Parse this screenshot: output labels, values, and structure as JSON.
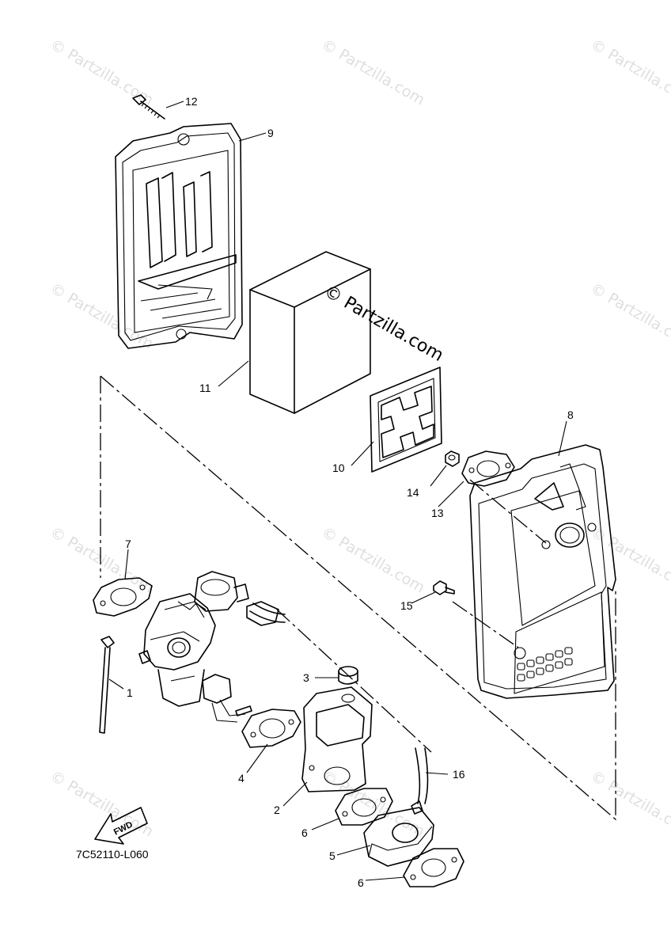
{
  "watermark": {
    "text": "© Partzilla.com",
    "center_text": "© Partzilla.com"
  },
  "diagram_code": "7C52110-L060",
  "fwd_label": "FWD",
  "callouts": {
    "c1": "1",
    "c2": "2",
    "c3": "3",
    "c4": "4",
    "c5": "5",
    "c6a": "6",
    "c6b": "6",
    "c7": "7",
    "c8": "8",
    "c9": "9",
    "c10": "10",
    "c11": "11",
    "c12": "12",
    "c13": "13",
    "c14": "14",
    "c15": "15",
    "c16": "16"
  }
}
